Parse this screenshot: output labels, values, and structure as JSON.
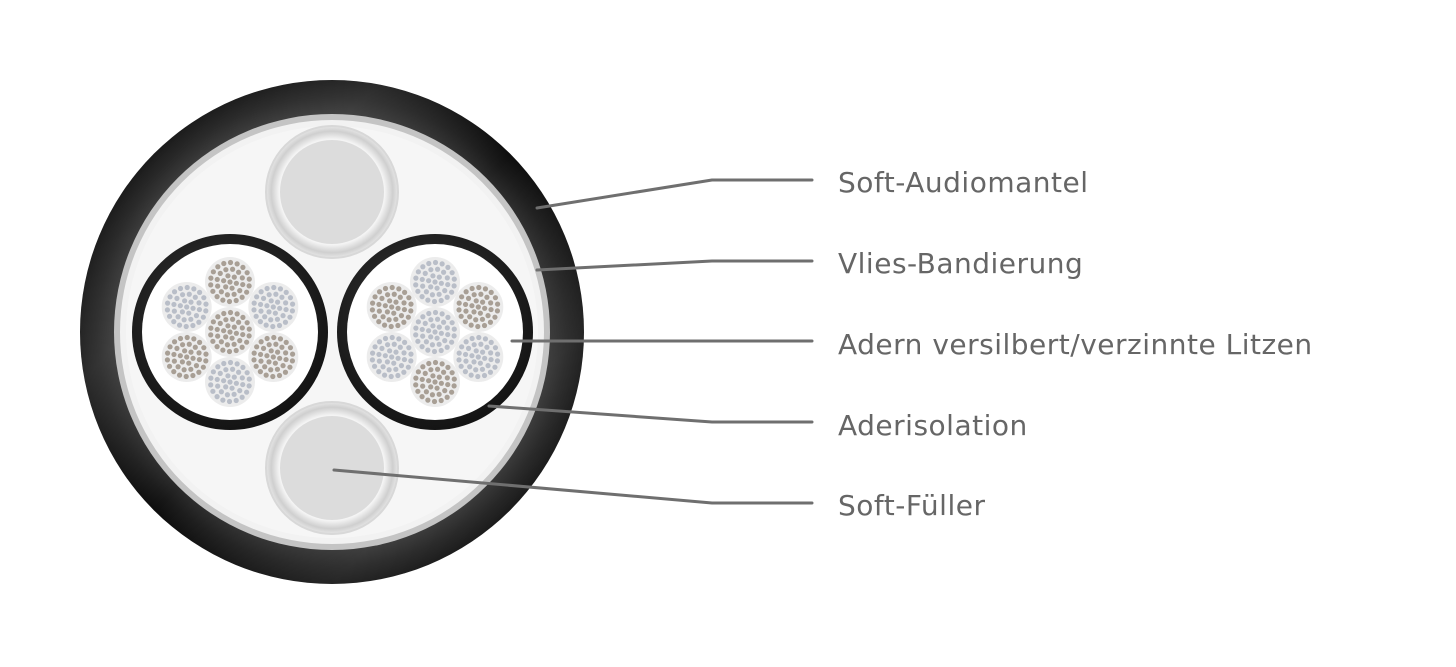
{
  "labels": {
    "jacket": "Soft-Audiomantel",
    "fleece": "Vlies-Bandierung",
    "cores": "Adern versilbert/verzinnte Litzen",
    "insulation": "Aderisolation",
    "filler": "Soft-Füller"
  },
  "colors": {
    "jacket": "#1c1c1c",
    "fleece": "#f0f0f0",
    "fleece_ring": "#bdbdbd",
    "core_insulation": "#2a2a2a",
    "strand_silver": "#b9bec8",
    "strand_tinned": "#a89f95",
    "filler": "#dcdcdc",
    "leader": "#6f6f6f",
    "text": "#666666"
  }
}
